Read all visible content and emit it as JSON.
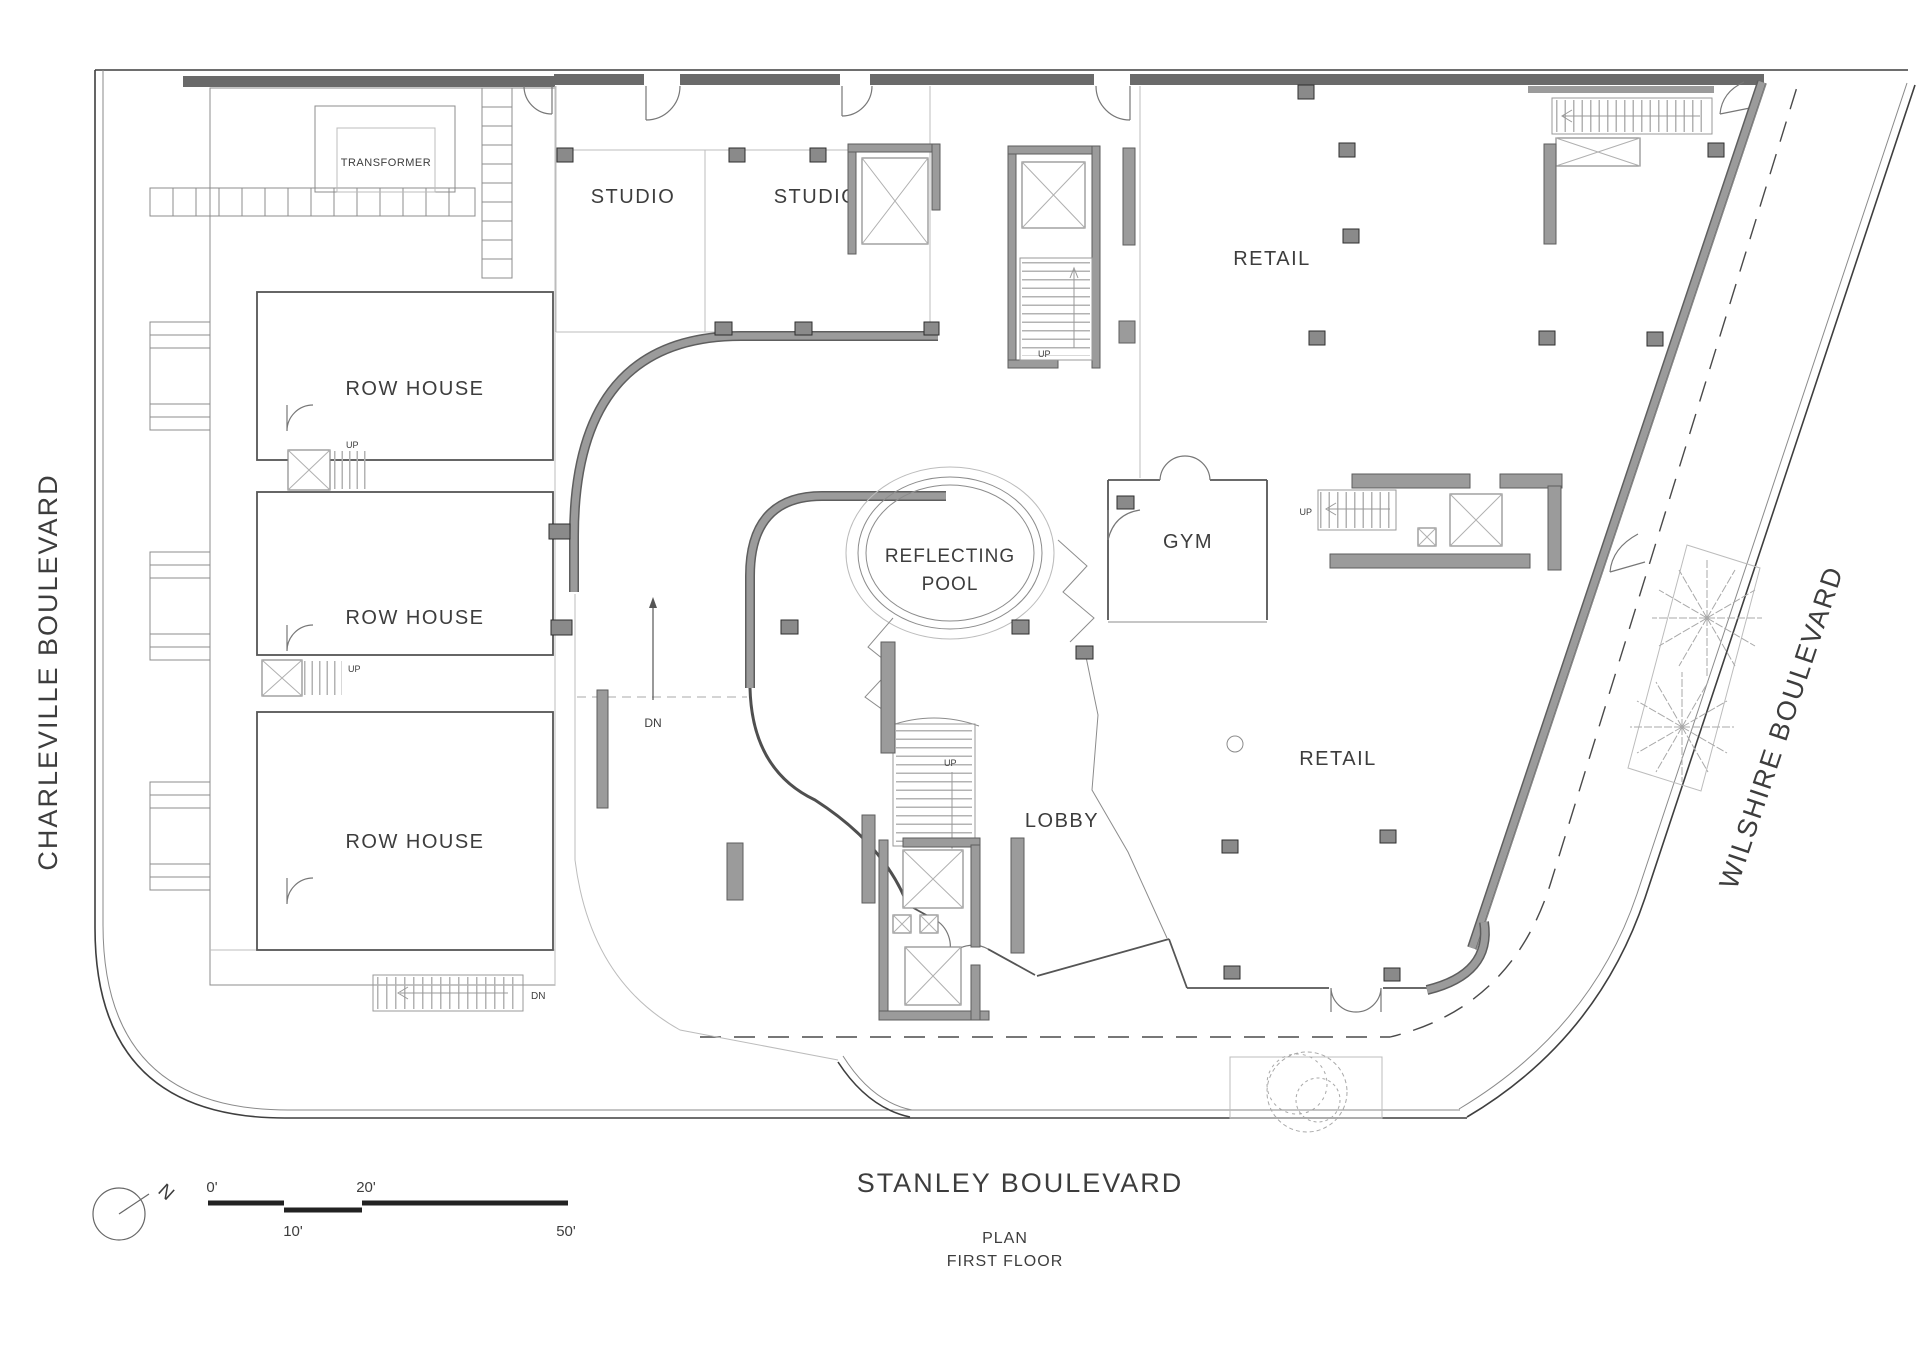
{
  "drawing_title": {
    "plan": "PLAN",
    "floor": "FIRST FLOOR"
  },
  "streets": {
    "left": "CHARLEVILLE BOULEVARD",
    "right": "WILSHIRE BOULEVARD",
    "bottom": "STANLEY BOULEVARD"
  },
  "rooms": {
    "transformer": "TRANSFORMER",
    "studio": "STUDIO",
    "retail": "RETAIL",
    "row_house": "ROW HOUSE",
    "gym": "GYM",
    "lobby": "LOBBY",
    "reflecting": "REFLECTING",
    "pool": "POOL"
  },
  "stairs": {
    "up": "UP",
    "down": "DN"
  },
  "scale_bar": {
    "zero": "0'",
    "ten": "10'",
    "twenty": "20'",
    "fifty": "50'"
  },
  "compass": {
    "north": "N"
  },
  "colors": {
    "wall_poche": "#9b9b9b",
    "wall_edge": "#5e5e5e",
    "line_dark": "#3f3f3f",
    "line_light": "#b8b8b8",
    "text": "#3d3d3d"
  }
}
